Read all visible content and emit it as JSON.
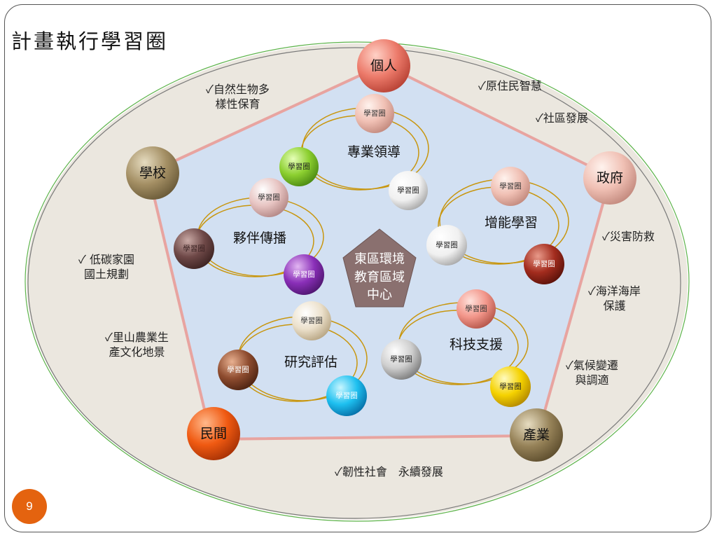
{
  "title": "計畫執行學習圈",
  "slide_number": "9",
  "center": {
    "line1": "東區環境",
    "line2": "教育區域",
    "line3": "中心"
  },
  "vertices": {
    "top": "個人",
    "right": "政府",
    "bottom_right": "產業",
    "bottom_left": "民間",
    "left": "學校"
  },
  "circles": {
    "professional": "專業領導",
    "partners": "夥伴傳播",
    "empower": "增能學習",
    "research": "研究評估",
    "tech": "科技支援"
  },
  "node_label": "學習圈",
  "notes": {
    "biodiversity": {
      "line1": "✓自然生物多",
      "line2": "樣性保育"
    },
    "indigenous": "✓原住民智慧",
    "community": "✓社區發展",
    "disaster": "✓災害防救",
    "coast": {
      "line1": "✓海洋海岸",
      "line2": "保護"
    },
    "climate": {
      "line1": "✓氣候變遷",
      "line2": "與調適"
    },
    "resilience": "✓韌性社會　永續發展",
    "satoyama": {
      "line1": "✓里山農業生",
      "line2": "產文化地景"
    },
    "lowcarbon": {
      "line1": "✓  低碳家園",
      "line2": "國土規劃"
    }
  },
  "colors": {
    "background_oval": "#ebe7df",
    "pentagon_fill": "#d2e0f2",
    "pentagon_stroke": "#e8a4a0",
    "ring_gold": "#c8960e",
    "center_pentagon": "#8a706f",
    "oval_green": "#5db34a",
    "slide_number_bg": "#e4630f"
  }
}
